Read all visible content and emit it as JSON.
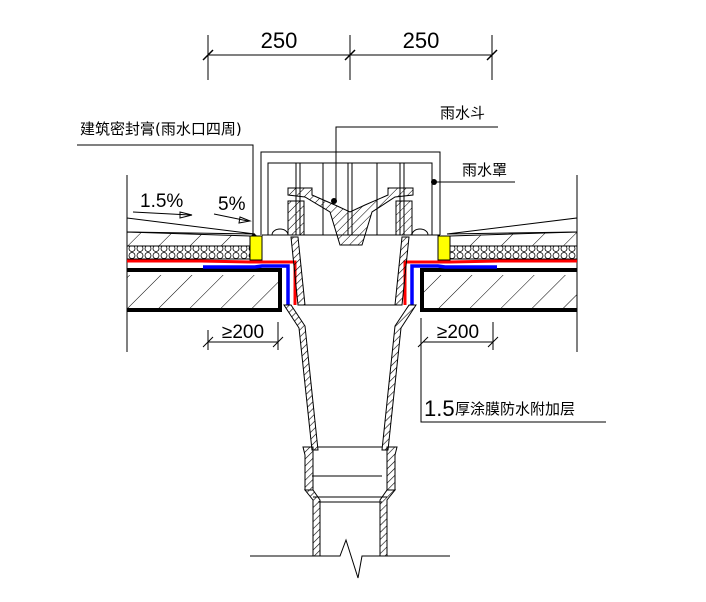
{
  "dimensions": {
    "top_left": "250",
    "top_right": "250",
    "bottom_left": "≥200",
    "bottom_right": "≥200"
  },
  "slopes": {
    "roof": "1.5%",
    "drain_area": "5%"
  },
  "labels": {
    "sealant": "建筑密封膏(雨水口四周)",
    "drain_bucket": "雨水斗",
    "drain_cover": "雨水罩",
    "membrane_prefix": "1.5",
    "membrane": "厚涂膜防水附加层"
  },
  "colors": {
    "membrane_red": "#ff0000",
    "membrane_blue": "#0000ff",
    "sealant_yellow": "#ffff00"
  }
}
